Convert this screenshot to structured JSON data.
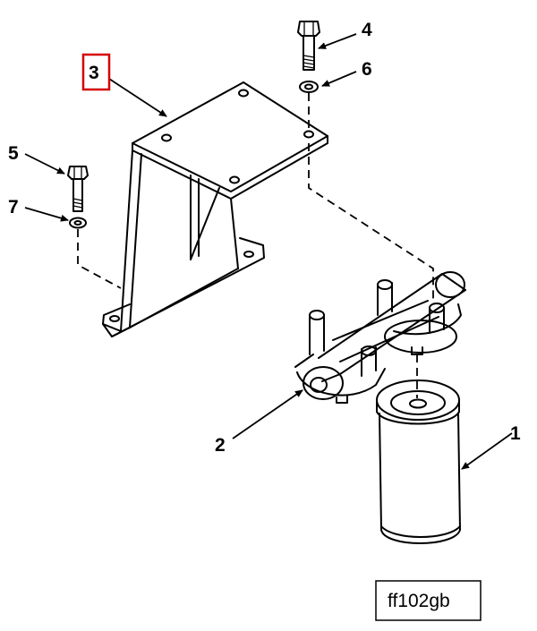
{
  "diagram": {
    "callouts": [
      "1",
      "2",
      "3",
      "4",
      "5",
      "6",
      "7"
    ],
    "highlighted_callout": "3",
    "figure_id": "ff102gb",
    "colors": {
      "line": "#000000",
      "highlight": "#d40000",
      "background": "#ffffff"
    }
  }
}
